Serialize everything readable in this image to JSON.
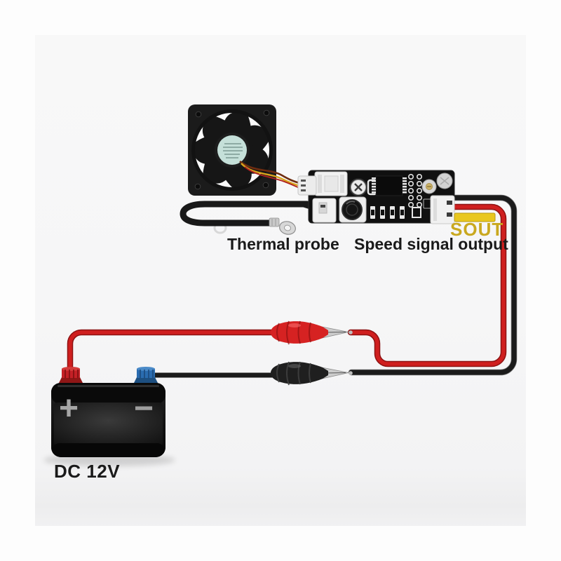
{
  "labels": {
    "thermal_probe": "Thermal probe",
    "speed_signal_output": "Speed signal output",
    "sout": "SOUT",
    "battery_voltage": "DC 12V",
    "plus": "+",
    "minus": "−"
  },
  "colors": {
    "positive_wire": "#cf1f1f",
    "positive_wire_dark": "#8e1212",
    "negative_wire": "#1b1b1b",
    "signal_wire": "#e9c71f",
    "sout_text": "#c9a81f",
    "red_clip": "#d62222",
    "black_clip": "#1f1f1f",
    "positive_terminal": "#c42026",
    "negative_terminal": "#2a6cb0",
    "fan_hub_label": "#c5e0d9",
    "pcb_board": "#101010",
    "battery_body": "#101010"
  },
  "components": {
    "fan": "cooling-fan",
    "controller": "fan-speed-controller-board",
    "probe": "thermal-probe",
    "battery": "dc-12v-battery",
    "red_clip": "red-alligator-clip",
    "black_clip": "black-alligator-clip"
  }
}
